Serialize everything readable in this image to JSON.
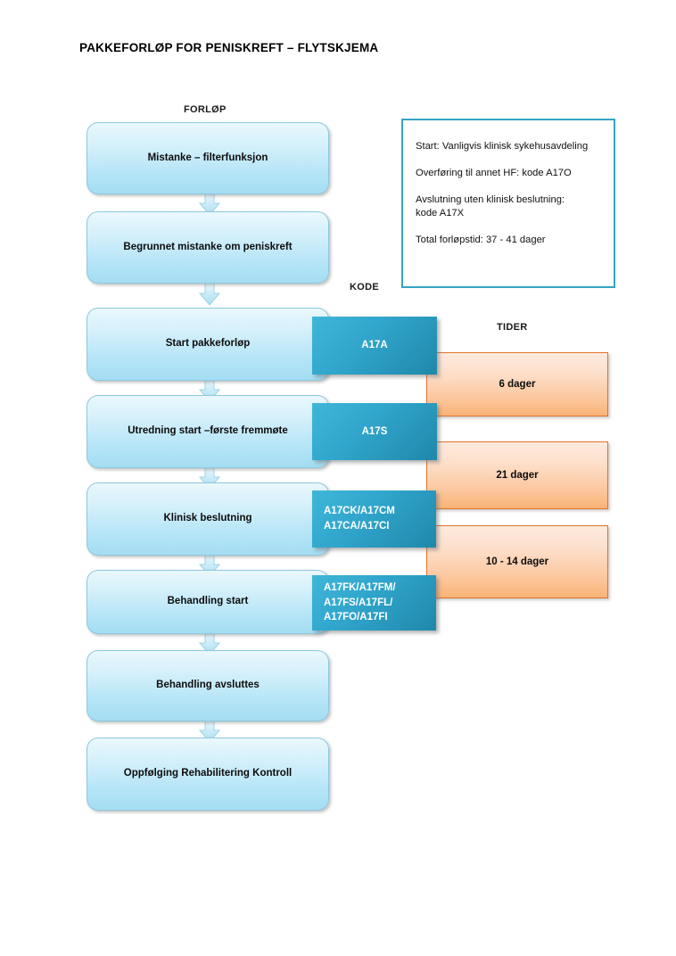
{
  "title": "PAKKEFORLØP FOR PENISKREFT – FLYTSKJEMA",
  "headers": {
    "forlop": "FORLØP",
    "kode": "KODE",
    "tider": "TIDER"
  },
  "colors": {
    "flow_box_fill_top": "#eaf8fd",
    "flow_box_fill_bottom": "#a4ddf2",
    "flow_box_border": "#8ec8de",
    "code_box_fill_light": "#3fb6d8",
    "code_box_fill_dark": "#1f88ab",
    "time_box_fill_top": "#fdeade",
    "time_box_fill_bottom": "#fab476",
    "time_box_border": "#e0732a",
    "info_box_border": "#34a3c4",
    "text": "#0d0d0d",
    "code_text": "#ffffff"
  },
  "flow_steps": [
    {
      "id": "box-1",
      "label": "Mistanke – filterfunksjon"
    },
    {
      "id": "box-2",
      "label": "Begrunnet mistanke om peniskreft"
    },
    {
      "id": "box-3",
      "label": "Start pakkeforløp"
    },
    {
      "id": "box-4",
      "label": "Utredning start –første fremmøte"
    },
    {
      "id": "box-5",
      "label": "Klinisk beslutning"
    },
    {
      "id": "box-6",
      "label": "Behandling start"
    },
    {
      "id": "box-7",
      "label": "Behandling avsluttes"
    },
    {
      "id": "box-8",
      "label": "Oppfølging\nRehabilitering\nKontroll"
    }
  ],
  "codes": [
    {
      "id": "code-1",
      "label": "A17A"
    },
    {
      "id": "code-2",
      "label": "A17S"
    },
    {
      "id": "code-3",
      "label": "A17CK/A17CM\nA17CA/A17CI"
    },
    {
      "id": "code-4",
      "label": "A17FK/A17FM/\nA17FS/A17FL/\nA17FO/A17FI"
    }
  ],
  "times": [
    {
      "id": "time-1",
      "label": "6 dager"
    },
    {
      "id": "time-2",
      "label": "21 dager"
    },
    {
      "id": "time-3",
      "label": "10 - 14 dager"
    }
  ],
  "info_box": {
    "lines": [
      "Start: Vanligvis klinisk sykehusavdeling",
      "Overføring til annet HF: kode A17O",
      "Avslutning uten klinisk beslutning:\nkode A17X",
      "Total forløpstid: 37 - 41 dager"
    ]
  }
}
